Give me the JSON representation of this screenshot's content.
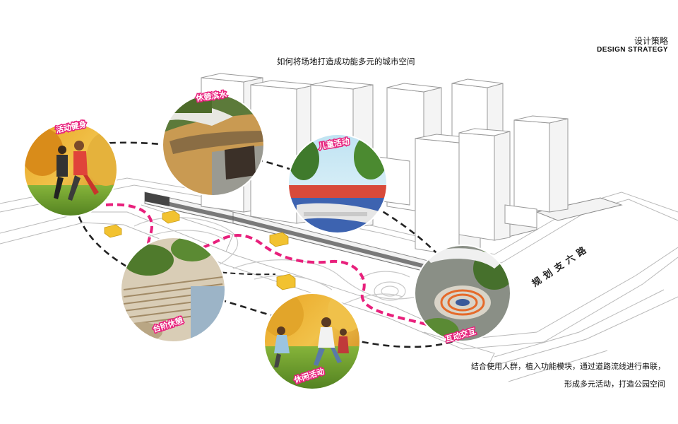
{
  "header": {
    "title": "设计策略",
    "subtitle": "DESIGN STRATEGY"
  },
  "headline": "如何将场地打造成功能多元的城市空间",
  "zones": {
    "fitness": "活动健身",
    "waterfront": "休憩滨水",
    "children": "儿童活动",
    "terrace": "台阶休憩",
    "leisure": "休闲活动",
    "interaction": "互动交互"
  },
  "road_label": "规划支六路",
  "conclusion": {
    "line1": "结合使用人群，植入功能模块，通过道路流线进行串联，",
    "line2": "形成多元活动，打造公园空间"
  },
  "colors": {
    "accent": "#e8207c",
    "path_dark": "#222222",
    "building_line": "#9a9a9a",
    "module_yellow": "#f2c230"
  }
}
